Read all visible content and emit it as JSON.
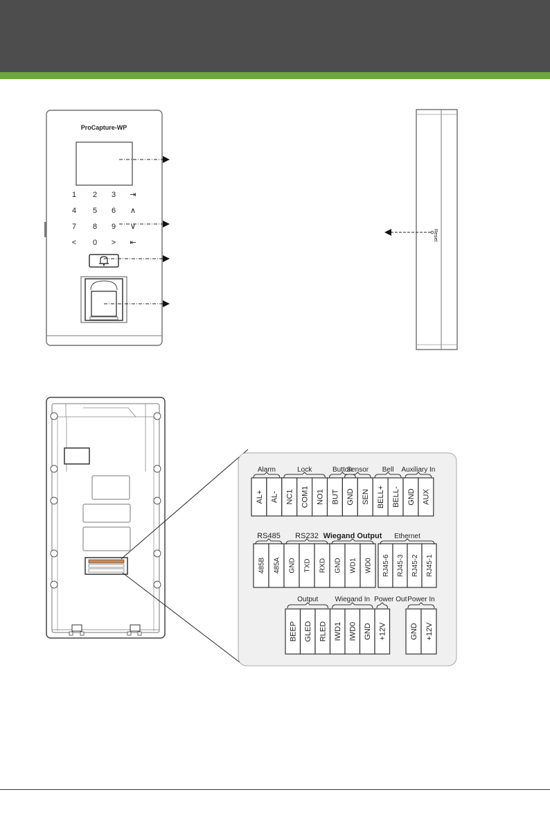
{
  "device": {
    "model": "ProCapture-WP",
    "keypad": [
      [
        "1",
        "2",
        "3",
        "⇥"
      ],
      [
        "4",
        "5",
        "6",
        "∧"
      ],
      [
        "7",
        "8",
        "9",
        "∨"
      ],
      [
        "<",
        "0",
        ">",
        "⇤"
      ]
    ],
    "reset_label": "Reset"
  },
  "terminals": {
    "row1": {
      "groups": [
        "Alarm",
        "Lock",
        "Button",
        "Sensor",
        "Bell",
        "Auxiliary In"
      ],
      "pins": [
        "AL+",
        "AL-",
        "NC1",
        "COM1",
        "NO1",
        "BUT",
        "GND",
        "SEN",
        "BELL+",
        "BELL-",
        "GND",
        "AUX"
      ]
    },
    "row2": {
      "groups": [
        "RS485",
        "RS232",
        "Wiegand Output",
        "Ethernet"
      ],
      "pins_left": [
        "485B",
        "485A",
        "GND",
        "TXD",
        "RXD",
        "GND",
        "WD1",
        "WD0"
      ],
      "pins_right": [
        "RJ45-6",
        "RJ45-3",
        "RJ45-2",
        "RJ45-1"
      ]
    },
    "row3": {
      "groups": [
        "Output",
        "Wiegand In",
        "Power Out",
        "Power In"
      ],
      "pins_left": [
        "BEEP",
        "GLED",
        "RLED",
        "IWD1",
        "IWD0",
        "GND",
        "+12V"
      ],
      "pins_right": [
        "GND",
        "+12V"
      ]
    }
  }
}
